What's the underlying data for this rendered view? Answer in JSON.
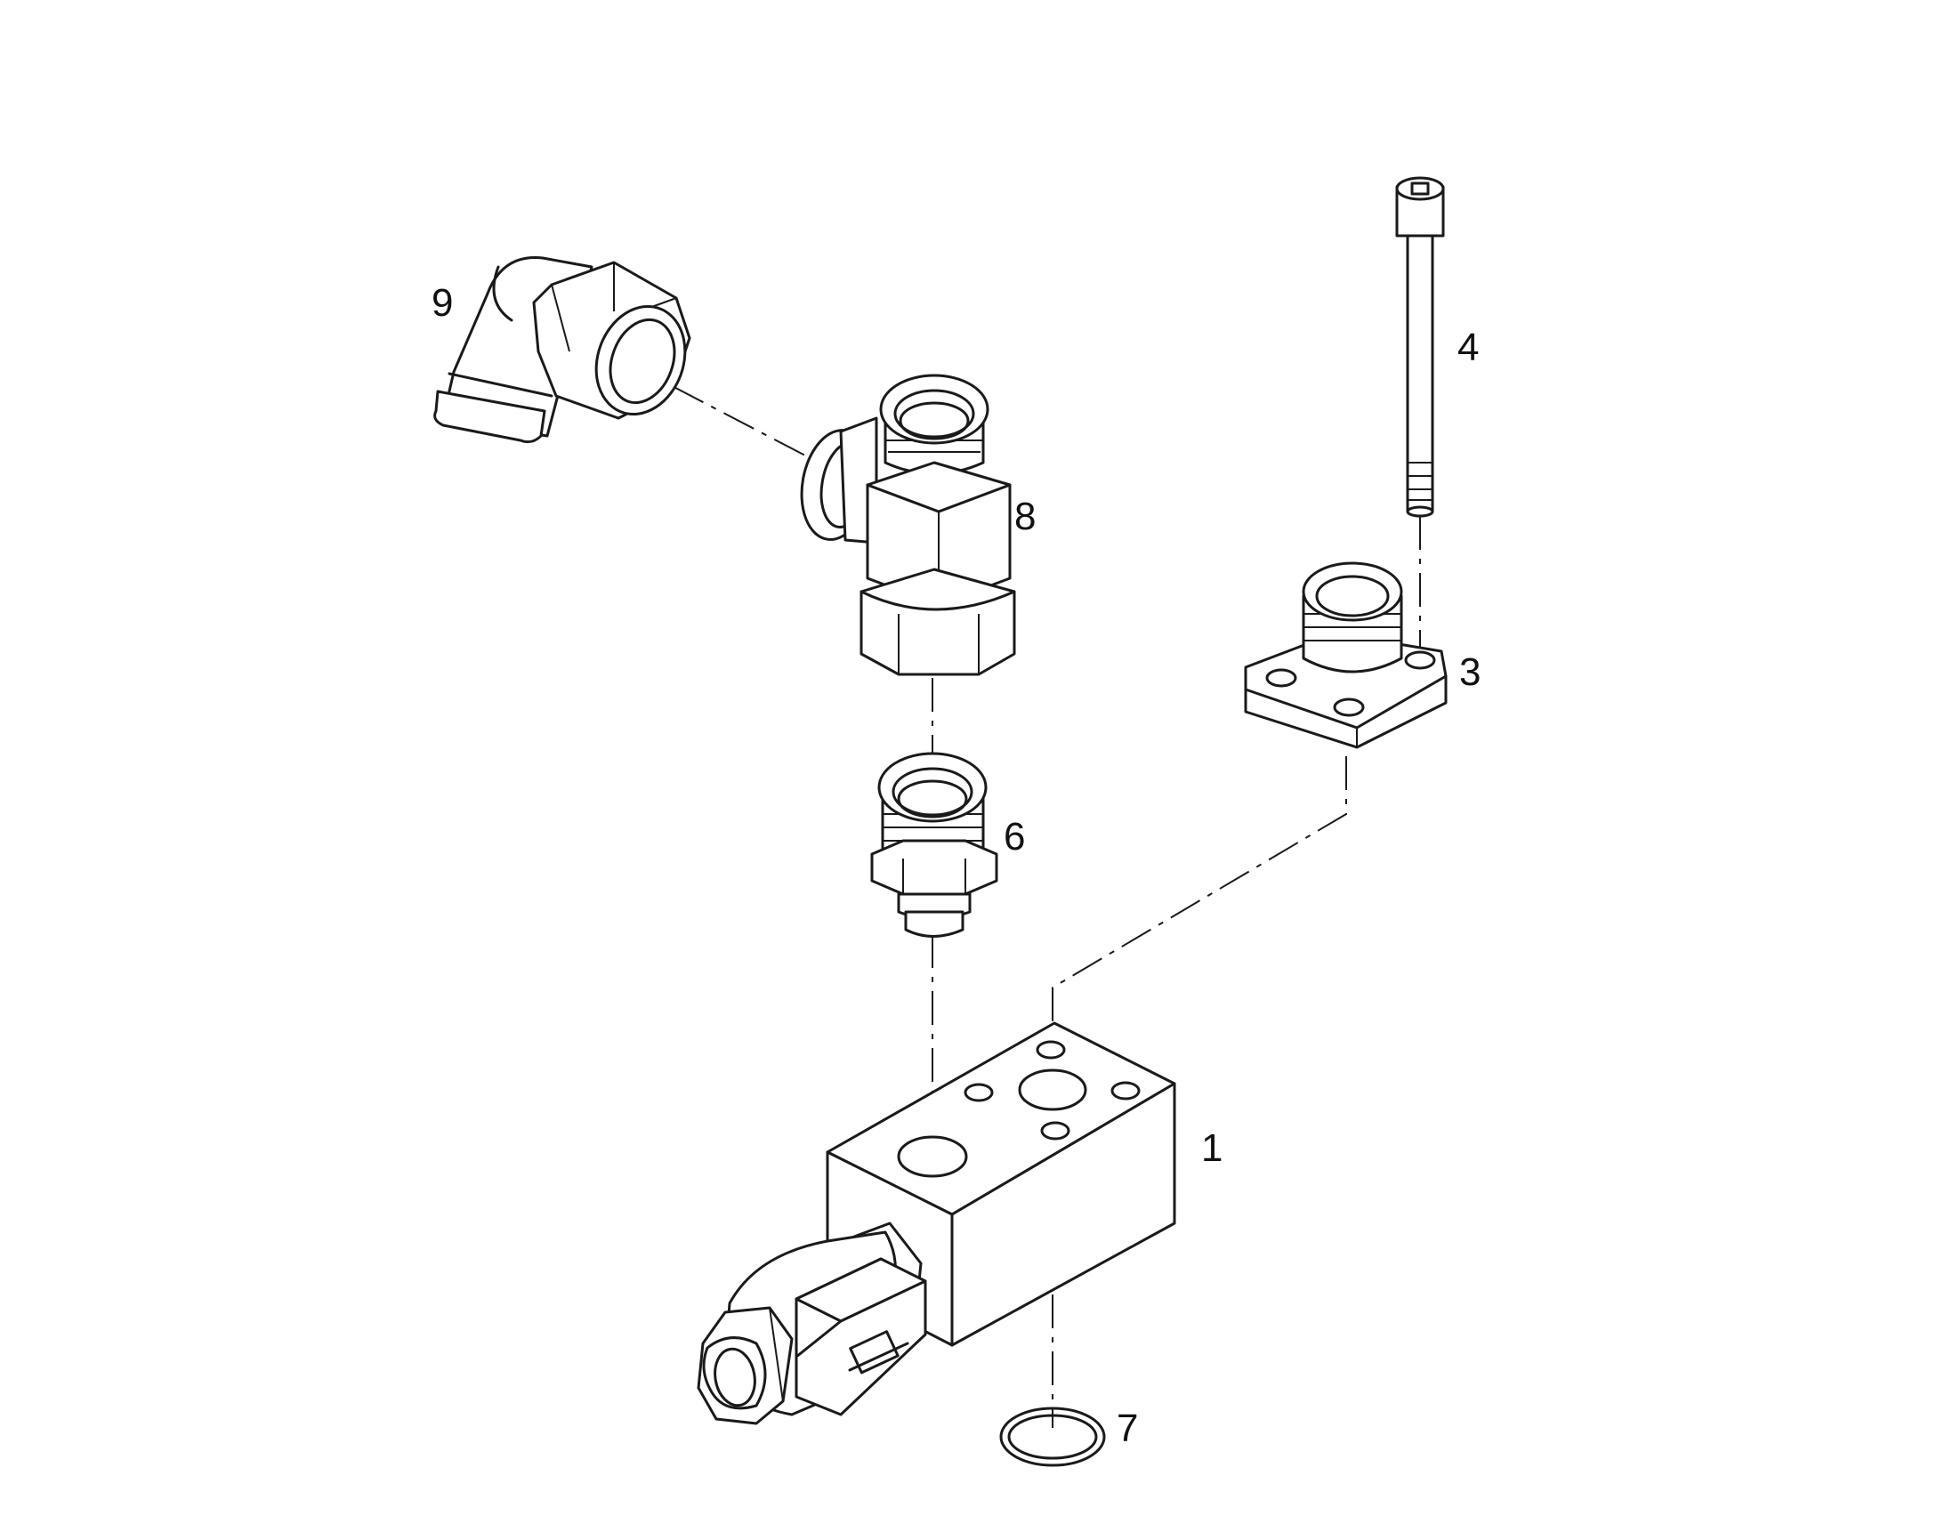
{
  "callouts": {
    "part_1": "1",
    "part_3": "3",
    "part_4": "4",
    "part_6": "6",
    "part_7": "7",
    "part_8": "8",
    "part_9": "9"
  },
  "colors": {
    "line": "#1a1a1a",
    "background": "#ffffff"
  }
}
